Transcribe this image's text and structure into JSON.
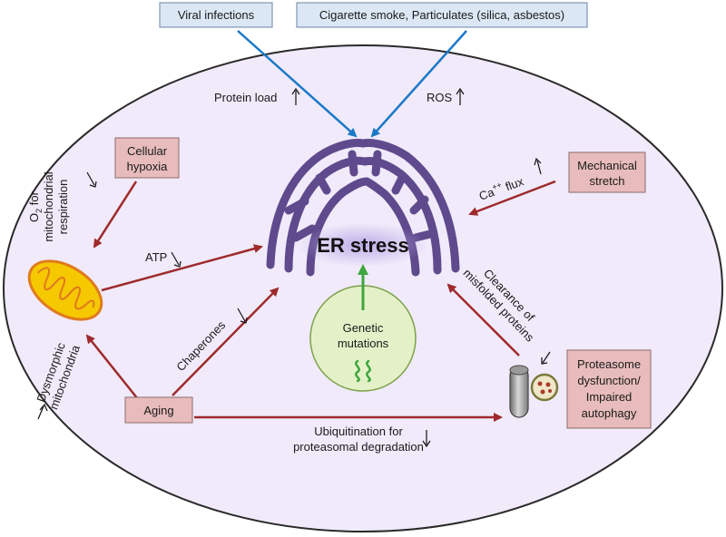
{
  "external_factors": {
    "viral": "Viral infections",
    "smoke": "Cigarette smoke, Particulates (silica, asbestos)"
  },
  "center": {
    "label": "ER stress"
  },
  "boxes": {
    "hypoxia": [
      "Cellular",
      "hypoxia"
    ],
    "stretch": [
      "Mechanical",
      "stretch"
    ],
    "aging": "Aging",
    "proteasome": [
      "Proteasome",
      "dysfunction/",
      "Impaired",
      "autophagy"
    ]
  },
  "genetic": [
    "Genetic",
    "mutations"
  ],
  "labels": {
    "protein_load": "Protein load",
    "ros": "ROS",
    "ca_flux_base": "Ca",
    "ca_flux_sup": "++",
    "ca_flux_end": " flux",
    "atp": "ATP",
    "chaperones": "Chaperones",
    "o2_a": "O",
    "o2_sub": "2",
    "o2_b": " for",
    "o2_line2": "mitochondrial",
    "o2_line3": "respiration",
    "dysmorphic_1": "Dysmorphic",
    "dysmorphic_2": "mitochondria",
    "clearance_1": "Clearance  of",
    "clearance_2": "misfolded proteins",
    "ubiq_1": "Ubiquitination for",
    "ubiq_2": "proteasomal degradation"
  },
  "colors": {
    "cell_fill": "#f0eafa",
    "er": "#5e4a8c",
    "pathway_arrow": "#9e2a2b",
    "external_arrow": "#1a78c8",
    "box_pink": "#e8bcbc",
    "box_blue": "#dbe7f4",
    "genetic_fill": "#e4f1c8",
    "green": "#3ea63e",
    "mito_fill": "#f5c800",
    "mito_outline": "#e07a1e"
  }
}
